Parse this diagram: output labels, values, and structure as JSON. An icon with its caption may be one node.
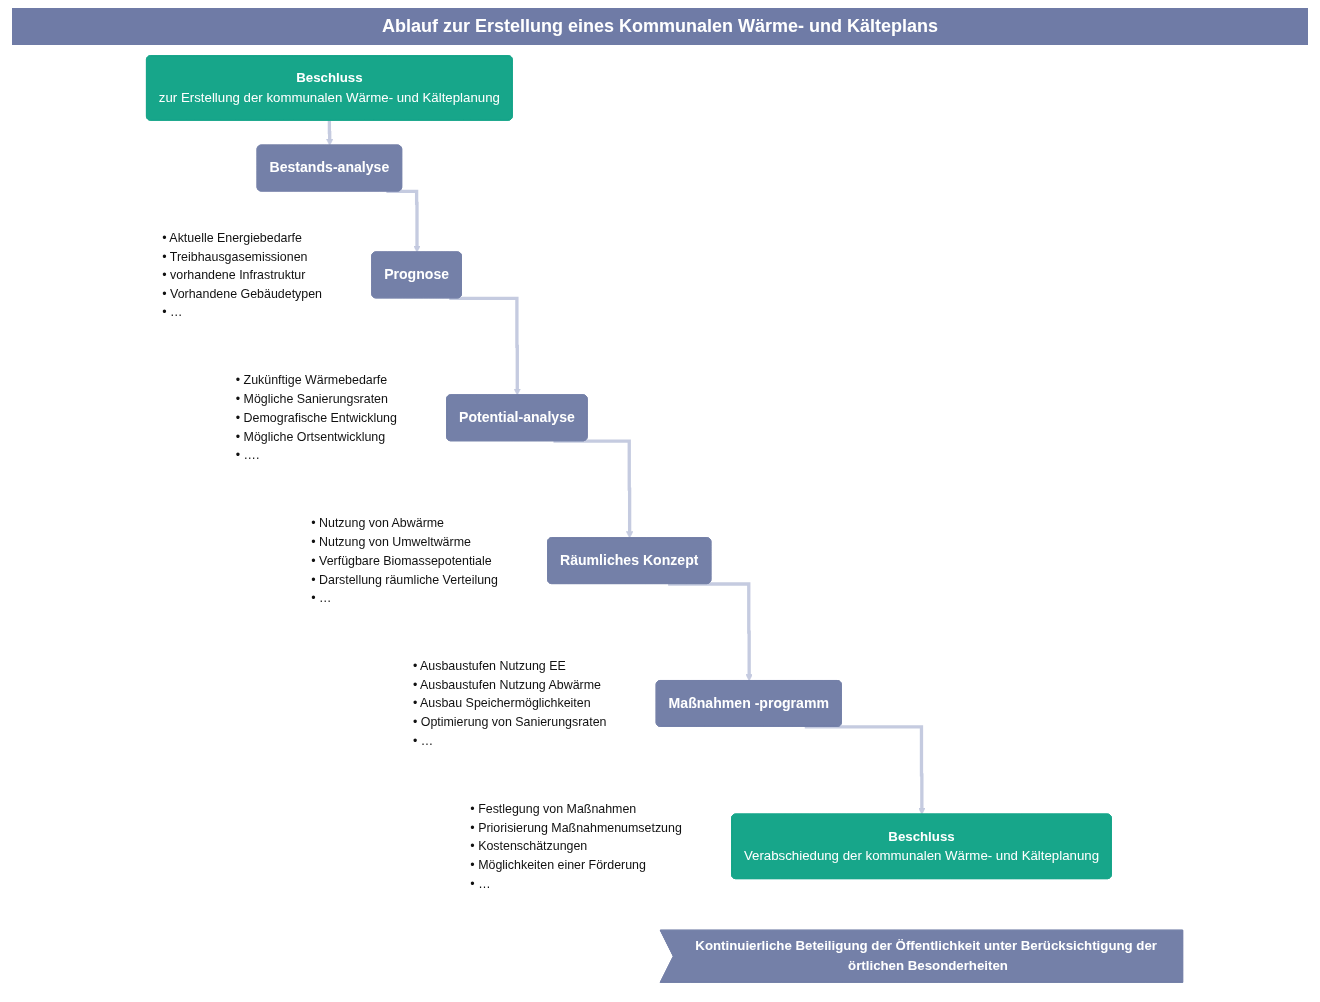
{
  "diagram": {
    "title": "Ablauf zur Erstellung eines Kommunalen Wärme- und Kälteplans",
    "nodes": [
      {
        "text": [
          "Beschluss",
          "zur Erstellung der kommunalen Wärme- und Kälteplanung"
        ]
      },
      {
        "text": [
          "Bestands-analyse"
        ],
        "beside": [
          "• Aktuelle Energiebedarfe",
          "• Treibhausgasemissionen",
          "• vorhandene Infrastruktur",
          "• Vorhandene Gebäudetypen",
          "• …"
        ]
      },
      {
        "text": [
          "Prognose"
        ],
        "beside": [
          "• Zukünftige Wärmebedarfe",
          "• Mögliche Sanierungsraten",
          "• Demografische Entwicklung",
          "• Mögliche Ortsentwicklung",
          "• …."
        ]
      },
      {
        "text": [
          "Potential-analyse"
        ],
        "beside": [
          "• Nutzung von Abwärme",
          "• Nutzung von Umweltwärme",
          "• Verfügbare Biomassepotentiale",
          "• Darstellung räumliche Verteilung",
          "• …"
        ]
      },
      {
        "text": [
          "Räumliches Konzept"
        ],
        "beside": [
          "• Ausbaustufen Nutzung EE",
          "• Ausbaustufen Nutzung Abwärme",
          "• Ausbau Speichermöglichkeiten",
          "• Optimierung von Sanierungsraten",
          "• …"
        ]
      },
      {
        "text": [
          "Maßnahmen -programm"
        ],
        "beside": [
          "• Festlegung von Maßnahmen",
          "• Priorisierung Maßnahmenumsetzung",
          "• Kostenschätzungen",
          "• Möglichkeiten einer Förderung",
          "• …"
        ]
      },
      {
        "text": [
          "Beschluss",
          "Verabschiedung der kommunalen Wärme- und Kälteplanung"
        ]
      },
      {
        "text": [
          "Kontinuierliche Beteiligung der Öffentlichkeit unter Berücksichtigung der örtlichen Besonderheiten"
        ]
      }
    ],
    "edges": [
      {
        "from": 0,
        "to": 1,
        "arrow": "to"
      },
      {
        "from": 1,
        "to": 2,
        "arrow": "to"
      },
      {
        "from": 2,
        "to": 3,
        "arrow": "to"
      },
      {
        "from": 3,
        "to": 4,
        "arrow": "to"
      },
      {
        "from": 4,
        "to": 5,
        "arrow": "to"
      },
      {
        "from": 5,
        "to": 6,
        "arrow": "to"
      }
    ]
  }
}
